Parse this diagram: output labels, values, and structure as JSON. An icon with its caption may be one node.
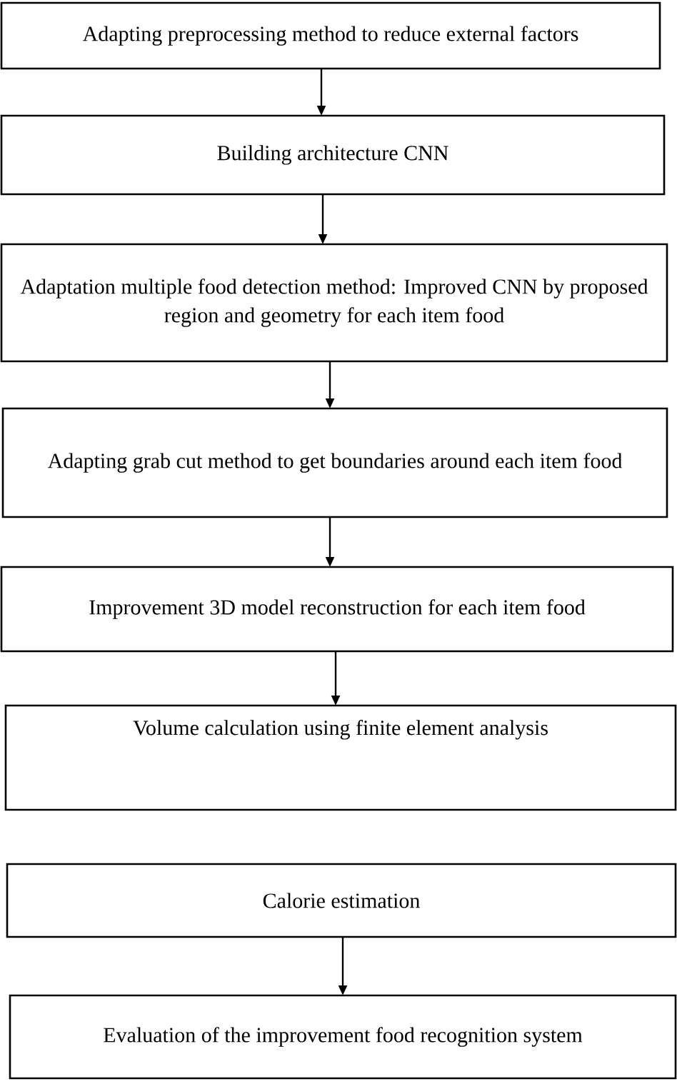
{
  "diagram": {
    "nodes": [
      {
        "text": [
          "Adapting preprocessing method to reduce external factors"
        ]
      },
      {
        "text": [
          "Building architecture CNN"
        ]
      },
      {
        "text": [
          "Adaptation multiple food detection method: Improved CNN by proposed region and geometry for each item food"
        ]
      },
      {
        "text": [
          "Adapting grab cut method to get boundaries around each item food"
        ]
      },
      {
        "text": [
          "Improvement 3D model reconstruction for each item food"
        ]
      },
      {
        "text": [
          "Volume calculation using finite element analysis"
        ]
      },
      {
        "text": [
          "Calorie estimation"
        ]
      },
      {
        "text": [
          "Evaluation of the improvement food recognition system"
        ]
      }
    ],
    "edges": [
      {
        "from": 0,
        "to": 1,
        "arrow": "to"
      },
      {
        "from": 1,
        "to": 2,
        "arrow": "to"
      },
      {
        "from": 2,
        "to": 3,
        "arrow": "to"
      },
      {
        "from": 3,
        "to": 4,
        "arrow": "to"
      },
      {
        "from": 4,
        "to": 5,
        "arrow": "to"
      },
      {
        "from": 6,
        "to": 7,
        "arrow": "to"
      }
    ]
  }
}
